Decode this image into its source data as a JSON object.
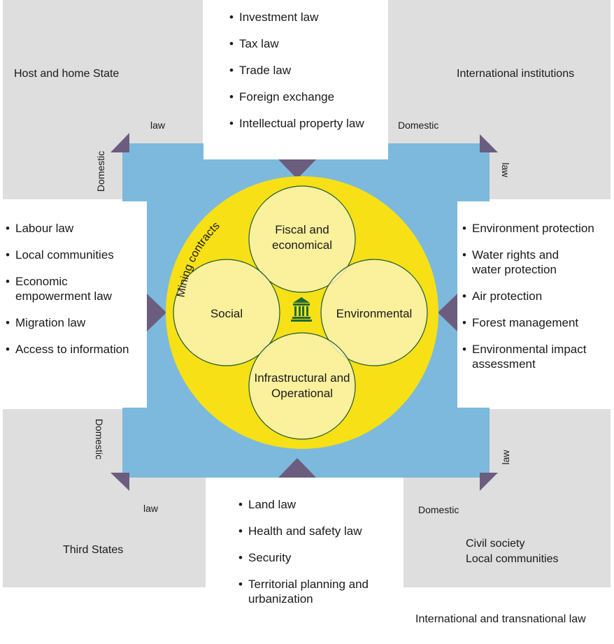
{
  "corners": {
    "top_left": "Host and home State",
    "top_right": "International institutions",
    "bottom_left": "Third States",
    "bottom_right_line1": "Civil society",
    "bottom_right_line2": "Local communities"
  },
  "connectors": {
    "tl_law": "law",
    "tl_domestic": "Domestic",
    "tr_domestic": "Domestic",
    "tr_law": "law",
    "bl_domestic": "Domestic",
    "bl_law": "law",
    "br_law": "law",
    "br_domestic": "Domestic"
  },
  "top_list": [
    "Investment law",
    "Tax law",
    "Trade law",
    "Foreign exchange",
    "Intellectual property law"
  ],
  "left_list": [
    "Labour law",
    "Local communities",
    "Economic empowerment law",
    "Migration law",
    "Access to information"
  ],
  "right_list": [
    "Environment protection",
    "Water rights and water protection",
    "Air protection",
    "Forest management",
    "Environmental impact assessment"
  ],
  "bottom_list": [
    "Land law",
    "Health and safety law",
    "Security",
    "Territorial planning and urbanization"
  ],
  "center": {
    "ring_label": "Mining contracts",
    "top": "Fiscal and economical",
    "left": "Social",
    "right": "Environmental",
    "bottom": "Infrastructural and Operational",
    "icon": "institution-building-icon"
  },
  "footer": "International and transnational law",
  "colors": {
    "corner_gray": "#dedede",
    "blue_band": "#7cb9dd",
    "yellow_ring": "#f7e016",
    "circle_fill": "#fbf2b4",
    "circle_stroke": "#1f5a2f",
    "arrow": "#6b5d7e",
    "icon": "#1e6b35"
  }
}
